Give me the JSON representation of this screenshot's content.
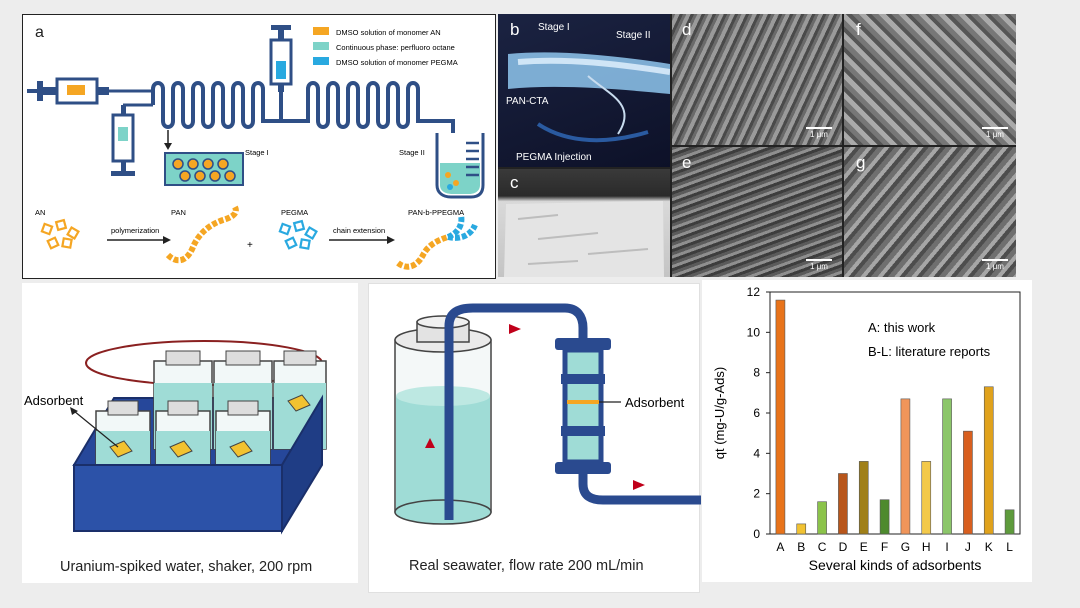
{
  "panel_a": {
    "label": "a",
    "legend": [
      {
        "text": "DMSO solution of monomer AN",
        "color": "#f5a623"
      },
      {
        "text": "Continuous phase: perfluoro octane",
        "color": "#7dd3c8"
      },
      {
        "text": "DMSO solution of monomer PEGMA",
        "color": "#29a9e0"
      }
    ],
    "stage1": "Stage I",
    "stage2": "Stage II",
    "scheme": {
      "an": "AN",
      "step1": "polymerization",
      "pan": "PAN",
      "plus": "+",
      "pegma": "PEGMA",
      "step2": "chain extension",
      "product": "PAN-b-PPEGMA"
    }
  },
  "photos": {
    "b": {
      "label": "b",
      "stage1": "Stage I",
      "stage2": "Stage II",
      "pan_cta": "PAN-CTA",
      "injection": "PEGMA Injection"
    },
    "c": {
      "label": "c"
    },
    "d": {
      "label": "d",
      "scale": "1 μm"
    },
    "e": {
      "label": "e",
      "scale": "1 μm"
    },
    "f": {
      "label": "f",
      "scale": "1 μm"
    },
    "g": {
      "label": "g",
      "scale": "1 μm"
    }
  },
  "shaker": {
    "adsorbent": "Adsorbent",
    "caption": "Uranium-spiked water, shaker, 200 rpm"
  },
  "flow": {
    "adsorbent": "Adsorbent",
    "caption": "Real seawater, flow rate 200 mL/min"
  },
  "chart_data": {
    "type": "bar",
    "categories": [
      "A",
      "B",
      "C",
      "D",
      "E",
      "F",
      "G",
      "H",
      "I",
      "J",
      "K",
      "L"
    ],
    "values": [
      11.6,
      0.5,
      1.6,
      3.0,
      3.6,
      1.7,
      6.7,
      3.6,
      6.7,
      5.1,
      7.3,
      1.2
    ],
    "colors": [
      "#e8731a",
      "#f1c232",
      "#8bc34a",
      "#b8561b",
      "#a08019",
      "#4e8a2e",
      "#f0955a",
      "#f3c94a",
      "#8cc66a",
      "#d85f1f",
      "#e0a21c",
      "#5e9b3c"
    ],
    "ylabel": "qt (mg-U/g-Ads)",
    "xlabel": "Several kinds of adsorbents",
    "ylim": [
      0,
      12
    ],
    "yticks": [
      "0",
      "2",
      "4",
      "6",
      "8",
      "10",
      "12"
    ],
    "annotations": [
      "A: this work",
      "B-L: literature reports"
    ]
  }
}
